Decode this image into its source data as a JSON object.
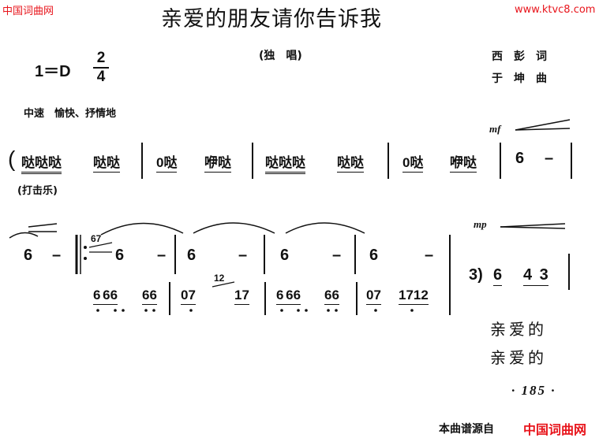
{
  "watermarks": {
    "top_left": "中国词曲网",
    "top_right": "www.ktvc8.com"
  },
  "title": "亲爱的朋友请你告诉我",
  "performance": "(独　唱)",
  "credits": {
    "lyricist": "西　彭　词",
    "composer": "于　坤　曲"
  },
  "key": {
    "signature": "1＝D",
    "time_numerator": "2",
    "time_denominator": "4"
  },
  "tempo": "中速　愉快、抒情地",
  "dynamics": {
    "first": "mf",
    "second": "mp"
  },
  "percussion_label": "(打击乐)",
  "row1": {
    "open_paren": "(",
    "m1": [
      "哒哒哒",
      "哒哒"
    ],
    "m2": [
      "0哒",
      "咿哒"
    ],
    "m3": [
      "哒哒哒",
      "哒哒"
    ],
    "m4": [
      "0哒",
      "咿哒"
    ],
    "m5": [
      "6",
      "–"
    ]
  },
  "row2": {
    "carry": [
      "6",
      "–"
    ],
    "grace": "67",
    "upper": [
      [
        "6",
        "–"
      ],
      [
        "6",
        "–"
      ],
      [
        "6",
        "–"
      ],
      [
        "6",
        "–"
      ]
    ],
    "lower": [
      [
        "6 66",
        "66"
      ],
      [
        "07",
        "17"
      ],
      [
        "6 66",
        "66"
      ],
      [
        "07",
        "1712"
      ]
    ],
    "lower_grace": "12",
    "right": [
      "3)",
      "6",
      "4 3"
    ]
  },
  "lyrics": {
    "line1": "亲爱的",
    "line2": "亲爱的"
  },
  "page_number": "· 185 ·",
  "source": {
    "label": "本曲谱源自",
    "site": "中国词曲网"
  }
}
